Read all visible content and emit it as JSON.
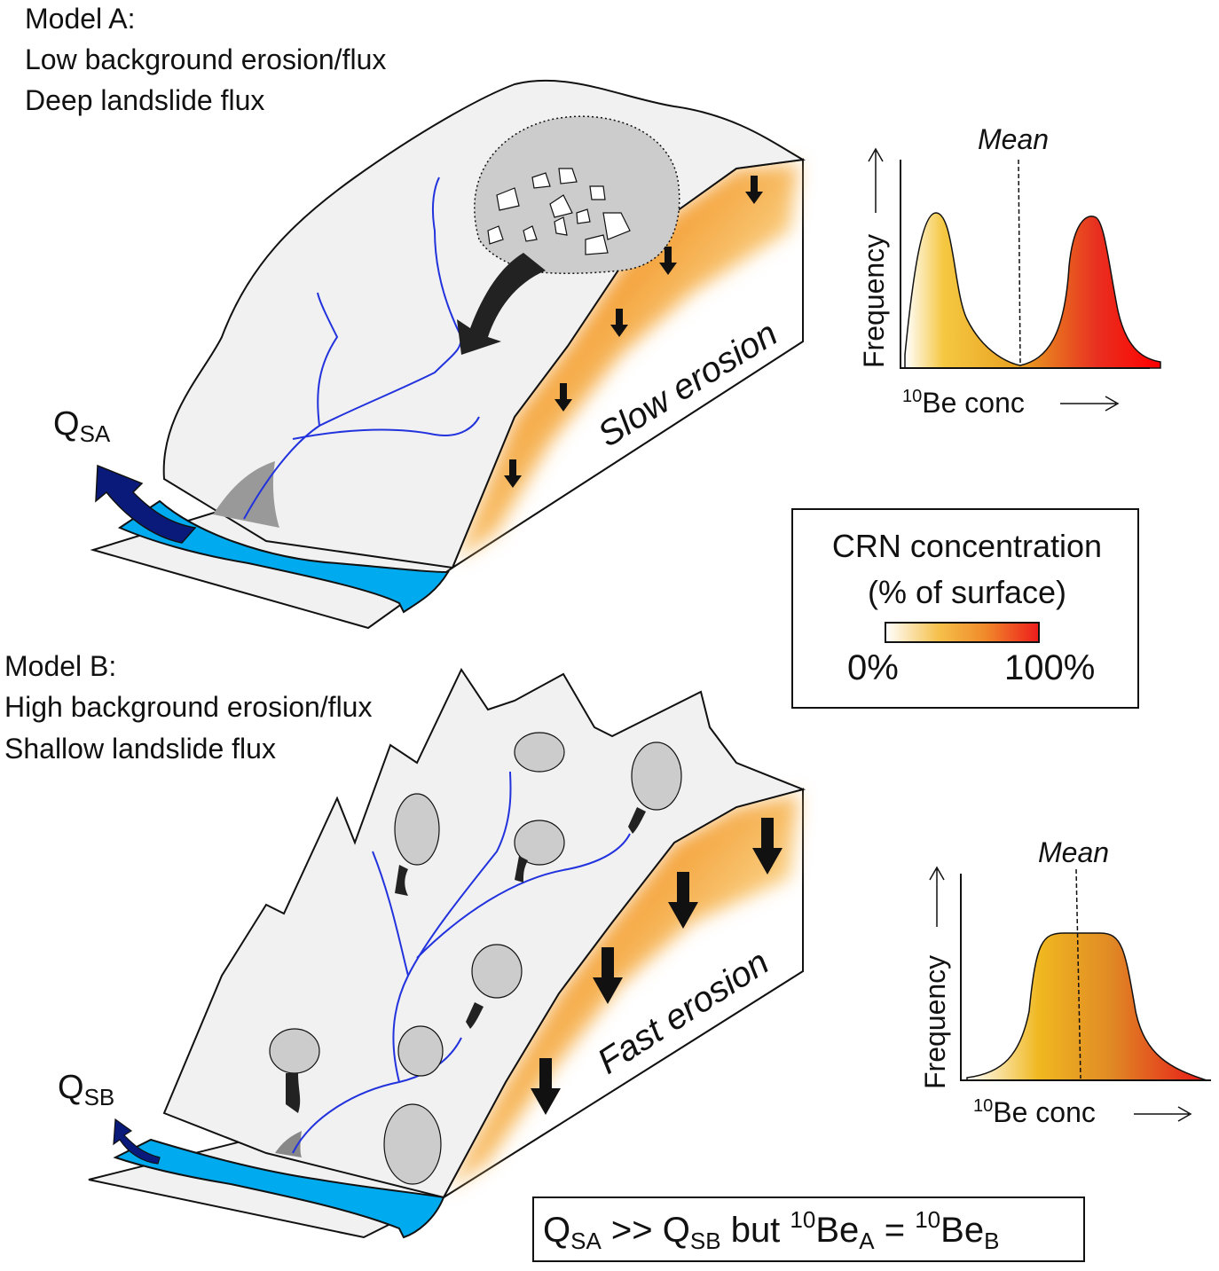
{
  "model_a": {
    "title": "Model A:",
    "line1": "Low background erosion/flux",
    "line2": "Deep landslide flux",
    "flux_q": "Q",
    "flux_sub": "SA",
    "face_label": "Slow erosion"
  },
  "model_b": {
    "title": "Model B:",
    "line1": "High background erosion/flux",
    "line2": "Shallow landslide flux",
    "flux_q": "Q",
    "flux_sub": "SB",
    "face_label": "Fast erosion"
  },
  "chart_a": {
    "mean_label": "Mean",
    "ylabel": "Frequency",
    "xlabel_sup": "10",
    "xlabel": "Be conc",
    "shape": "bimodal"
  },
  "chart_b": {
    "mean_label": "Mean",
    "ylabel": "Frequency",
    "xlabel_sup": "10",
    "xlabel": "Be conc",
    "shape": "unimodal"
  },
  "legend": {
    "title1": "CRN concentration",
    "title2": "(% of surface)",
    "min": "0%",
    "max": "100%",
    "colors": [
      "#ffffff",
      "#f5c04a",
      "#f08a2a",
      "#ee1c1c"
    ]
  },
  "conclusion": {
    "q1": "Q",
    "sub1": "SA",
    "op": " >> ",
    "q2": "Q",
    "sub2": "SB",
    "but": " but ",
    "sup1": "10",
    "be1": "Be",
    "subA": "A",
    "eq": " = ",
    "sup2": "10",
    "be2": "Be",
    "subB": "B"
  },
  "colors": {
    "river": "#00aaee",
    "arrow_flux": "#0a1a7a",
    "channel": "#2233dd",
    "surface": "#f1f1f1"
  }
}
